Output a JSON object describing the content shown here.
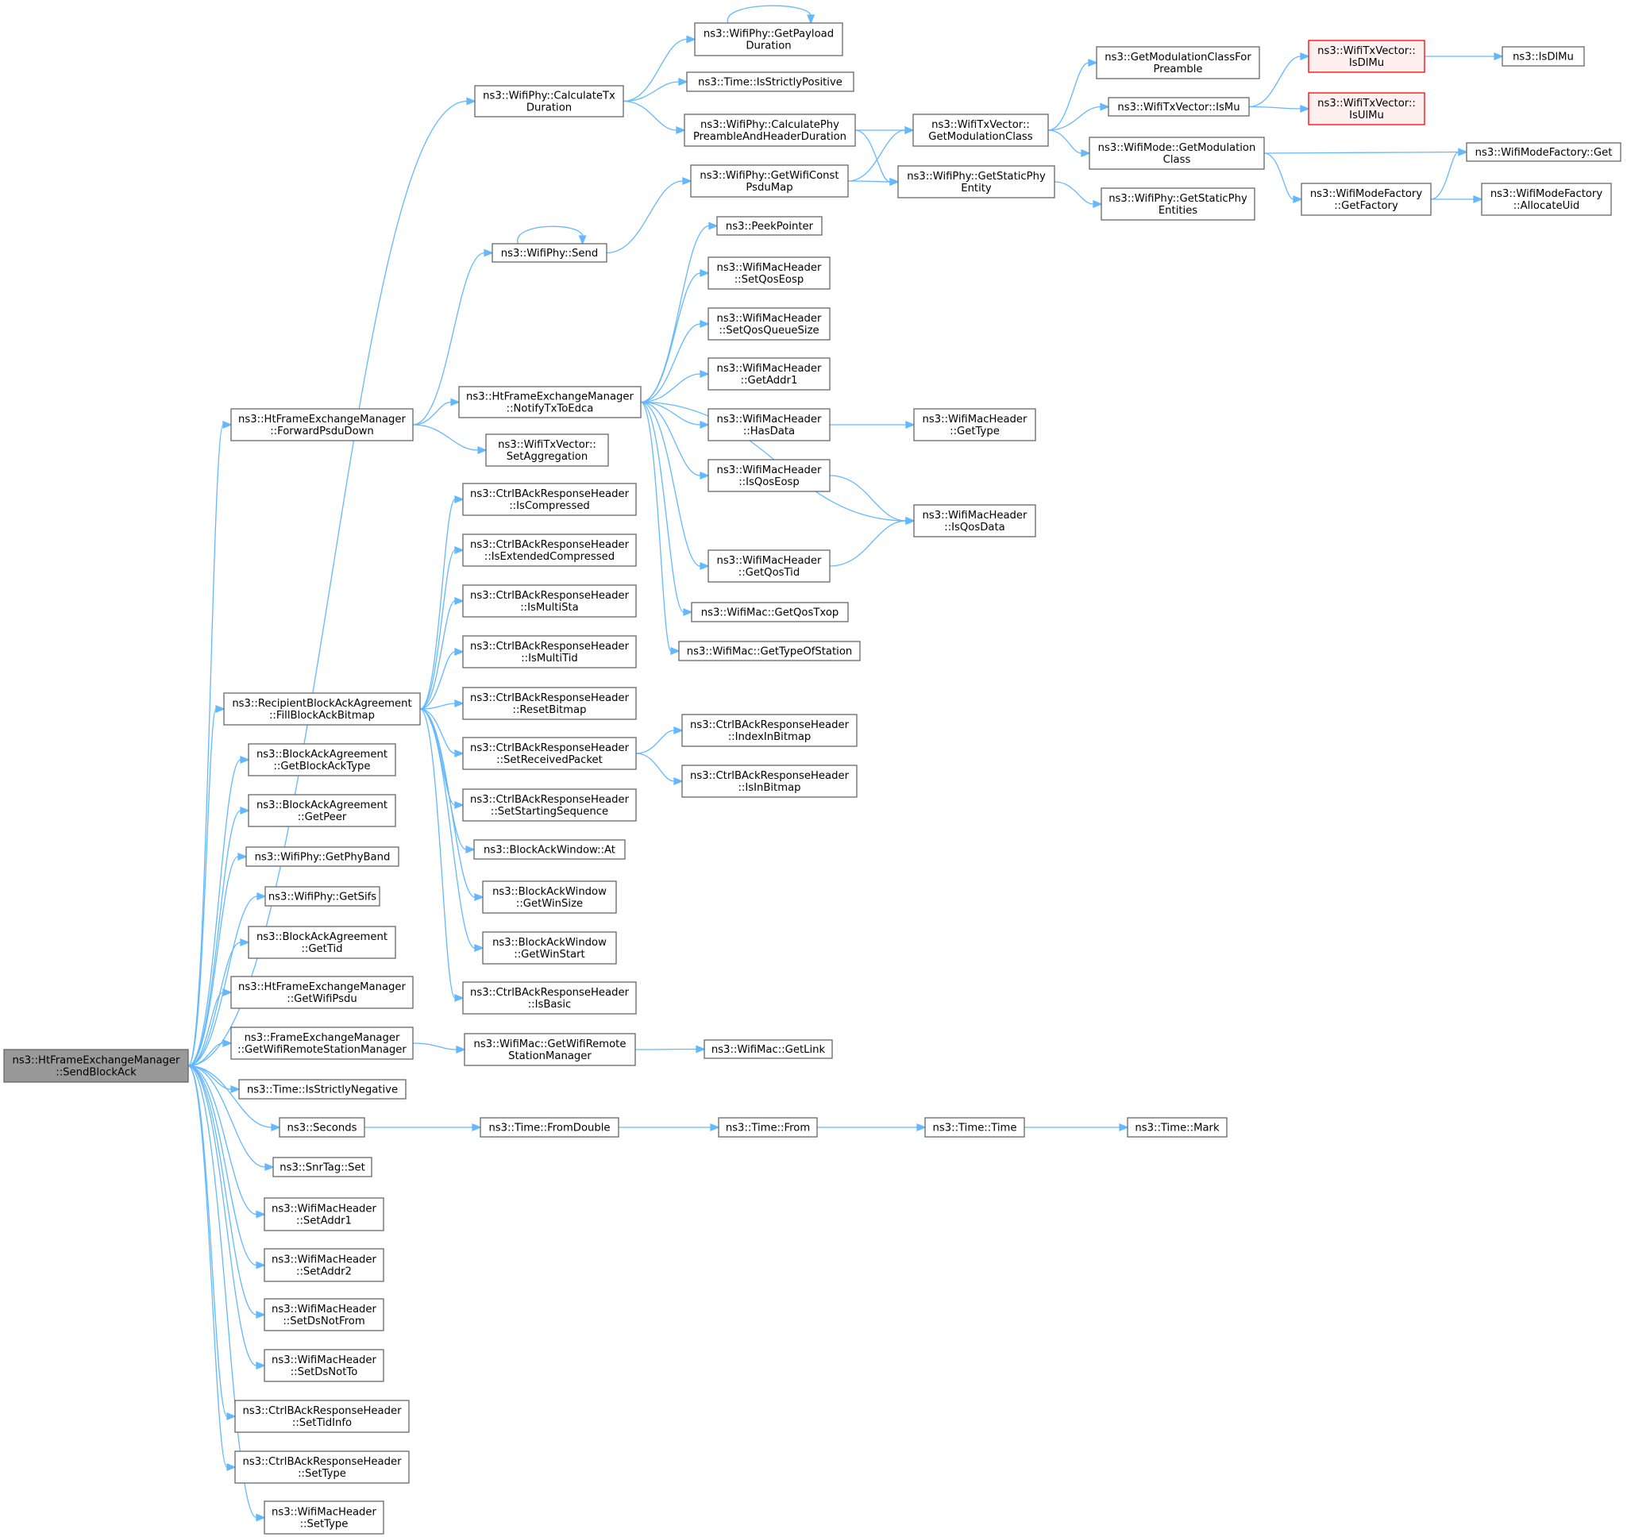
{
  "colors": {
    "edge": "#63b8ff",
    "node_border": "#666666",
    "root_fill": "#999999",
    "external_border": "#ff0000",
    "external_fill": "#fff0f0"
  },
  "nodes": [
    {
      "id": "root",
      "lines": [
        "ns3::HtFrameExchangeManager",
        "::SendBlockAck"
      ],
      "style": "root"
    },
    {
      "id": "calcTxDur",
      "lines": [
        "ns3::WifiPhy::CalculateTx",
        "Duration"
      ]
    },
    {
      "id": "payloadDur",
      "lines": [
        "ns3::WifiPhy::GetPayload",
        "Duration"
      ]
    },
    {
      "id": "strictPos",
      "lines": [
        "ns3::Time::IsStrictlyPositive"
      ]
    },
    {
      "id": "calcPhyPre",
      "lines": [
        "ns3::WifiPhy::CalculatePhy",
        "PreambleAndHeaderDuration"
      ]
    },
    {
      "id": "getWifiConstPsdu",
      "lines": [
        "ns3::WifiPhy::GetWifiConst",
        "PsduMap"
      ]
    },
    {
      "id": "txvGetModClass",
      "lines": [
        "ns3::WifiTxVector::",
        "GetModulationClass"
      ]
    },
    {
      "id": "getStaticPhyEntity",
      "lines": [
        "ns3::WifiPhy::GetStaticPhy",
        "Entity"
      ]
    },
    {
      "id": "getStaticPhyEntities",
      "lines": [
        "ns3::WifiPhy::GetStaticPhy",
        "Entities"
      ]
    },
    {
      "id": "getModClassForPre",
      "lines": [
        "ns3::GetModulationClassFor",
        "Preamble"
      ]
    },
    {
      "id": "txvIsMu",
      "lines": [
        "ns3::WifiTxVector::IsMu"
      ]
    },
    {
      "id": "wmGetModClass",
      "lines": [
        "ns3::WifiMode::GetModulation",
        "Class"
      ]
    },
    {
      "id": "txvIsDlMu",
      "lines": [
        "ns3::WifiTxVector::",
        "IsDlMu"
      ],
      "style": "red"
    },
    {
      "id": "txvIsUlMu",
      "lines": [
        "ns3::WifiTxVector::",
        "IsUlMu"
      ],
      "style": "red"
    },
    {
      "id": "isDlMu",
      "lines": [
        "ns3::IsDlMu"
      ]
    },
    {
      "id": "wmfGet",
      "lines": [
        "ns3::WifiModeFactory::Get"
      ]
    },
    {
      "id": "wmfGetFactory",
      "lines": [
        "ns3::WifiModeFactory",
        "::GetFactory"
      ]
    },
    {
      "id": "wmfAllocUid",
      "lines": [
        "ns3::WifiModeFactory",
        "::AllocateUid"
      ]
    },
    {
      "id": "send",
      "lines": [
        "ns3::WifiPhy::Send"
      ]
    },
    {
      "id": "peekPtr",
      "lines": [
        "ns3::PeekPointer"
      ]
    },
    {
      "id": "setQosEosp",
      "lines": [
        "ns3::WifiMacHeader",
        "::SetQosEosp"
      ]
    },
    {
      "id": "setQosQueueSize",
      "lines": [
        "ns3::WifiMacHeader",
        "::SetQosQueueSize"
      ]
    },
    {
      "id": "getAddr1",
      "lines": [
        "ns3::WifiMacHeader",
        "::GetAddr1"
      ]
    },
    {
      "id": "hasData",
      "lines": [
        "ns3::WifiMacHeader",
        "::HasData"
      ]
    },
    {
      "id": "getType",
      "lines": [
        "ns3::WifiMacHeader",
        "::GetType"
      ]
    },
    {
      "id": "isQosEosp",
      "lines": [
        "ns3::WifiMacHeader",
        "::IsQosEosp"
      ]
    },
    {
      "id": "isQosData",
      "lines": [
        "ns3::WifiMacHeader",
        "::IsQosData"
      ]
    },
    {
      "id": "getQosTid",
      "lines": [
        "ns3::WifiMacHeader",
        "::GetQosTid"
      ]
    },
    {
      "id": "getQosTxop",
      "lines": [
        "ns3::WifiMac::GetQosTxop"
      ]
    },
    {
      "id": "getTypeOfStation",
      "lines": [
        "ns3::WifiMac::GetTypeOfStation"
      ]
    },
    {
      "id": "forwardPsdu",
      "lines": [
        "ns3::HtFrameExchangeManager",
        "::ForwardPsduDown"
      ]
    },
    {
      "id": "notifyTx",
      "lines": [
        "ns3::HtFrameExchangeManager",
        "::NotifyTxToEdca"
      ]
    },
    {
      "id": "setAggregation",
      "lines": [
        "ns3::WifiTxVector::",
        "SetAggregation"
      ]
    },
    {
      "id": "isCompressed",
      "lines": [
        "ns3::CtrlBAckResponseHeader",
        "::IsCompressed"
      ]
    },
    {
      "id": "isExtCompressed",
      "lines": [
        "ns3::CtrlBAckResponseHeader",
        "::IsExtendedCompressed"
      ]
    },
    {
      "id": "isMultiSta",
      "lines": [
        "ns3::CtrlBAckResponseHeader",
        "::IsMultiSta"
      ]
    },
    {
      "id": "isMultiTid",
      "lines": [
        "ns3::CtrlBAckResponseHeader",
        "::IsMultiTid"
      ]
    },
    {
      "id": "resetBitmap",
      "lines": [
        "ns3::CtrlBAckResponseHeader",
        "::ResetBitmap"
      ]
    },
    {
      "id": "setReceivedPacket",
      "lines": [
        "ns3::CtrlBAckResponseHeader",
        "::SetReceivedPacket"
      ]
    },
    {
      "id": "indexInBitmap",
      "lines": [
        "ns3::CtrlBAckResponseHeader",
        "::IndexInBitmap"
      ]
    },
    {
      "id": "isInBitmap",
      "lines": [
        "ns3::CtrlBAckResponseHeader",
        "::IsInBitmap"
      ]
    },
    {
      "id": "setStartingSeq",
      "lines": [
        "ns3::CtrlBAckResponseHeader",
        "::SetStartingSequence"
      ]
    },
    {
      "id": "bawAt",
      "lines": [
        "ns3::BlockAckWindow::At"
      ]
    },
    {
      "id": "bawGetWinSize",
      "lines": [
        "ns3::BlockAckWindow",
        "::GetWinSize"
      ]
    },
    {
      "id": "bawGetWinStart",
      "lines": [
        "ns3::BlockAckWindow",
        "::GetWinStart"
      ]
    },
    {
      "id": "isBasic",
      "lines": [
        "ns3::CtrlBAckResponseHeader",
        "::IsBasic"
      ]
    },
    {
      "id": "fillBitmap",
      "lines": [
        "ns3::RecipientBlockAckAgreement",
        "::FillBlockAckBitmap"
      ]
    },
    {
      "id": "getBlockAckType",
      "lines": [
        "ns3::BlockAckAgreement",
        "::GetBlockAckType"
      ]
    },
    {
      "id": "getPeer",
      "lines": [
        "ns3::BlockAckAgreement",
        "::GetPeer"
      ]
    },
    {
      "id": "getPhyBand",
      "lines": [
        "ns3::WifiPhy::GetPhyBand"
      ]
    },
    {
      "id": "getSifs",
      "lines": [
        "ns3::WifiPhy::GetSifs"
      ]
    },
    {
      "id": "baGetTid",
      "lines": [
        "ns3::BlockAckAgreement",
        "::GetTid"
      ]
    },
    {
      "id": "getWifiPsdu",
      "lines": [
        "ns3::HtFrameExchangeManager",
        "::GetWifiPsdu"
      ]
    },
    {
      "id": "fxmGetRsm",
      "lines": [
        "ns3::FrameExchangeManager",
        "::GetWifiRemoteStationManager"
      ]
    },
    {
      "id": "macGetRsm",
      "lines": [
        "ns3::WifiMac::GetWifiRemote",
        "StationManager"
      ]
    },
    {
      "id": "getLink",
      "lines": [
        "ns3::WifiMac::GetLink"
      ]
    },
    {
      "id": "strictNeg",
      "lines": [
        "ns3::Time::IsStrictlyNegative"
      ]
    },
    {
      "id": "seconds",
      "lines": [
        "ns3::Seconds"
      ]
    },
    {
      "id": "fromDouble",
      "lines": [
        "ns3::Time::FromDouble"
      ]
    },
    {
      "id": "from",
      "lines": [
        "ns3::Time::From"
      ]
    },
    {
      "id": "timeCtor",
      "lines": [
        "ns3::Time::Time"
      ]
    },
    {
      "id": "mark",
      "lines": [
        "ns3::Time::Mark"
      ]
    },
    {
      "id": "snrSet",
      "lines": [
        "ns3::SnrTag::Set"
      ]
    },
    {
      "id": "setAddr1",
      "lines": [
        "ns3::WifiMacHeader",
        "::SetAddr1"
      ]
    },
    {
      "id": "setAddr2",
      "lines": [
        "ns3::WifiMacHeader",
        "::SetAddr2"
      ]
    },
    {
      "id": "setDsNotFrom",
      "lines": [
        "ns3::WifiMacHeader",
        "::SetDsNotFrom"
      ]
    },
    {
      "id": "setDsNotTo",
      "lines": [
        "ns3::WifiMacHeader",
        "::SetDsNotTo"
      ]
    },
    {
      "id": "setTidInfo",
      "lines": [
        "ns3::CtrlBAckResponseHeader",
        "::SetTidInfo"
      ]
    },
    {
      "id": "ctrlSetType",
      "lines": [
        "ns3::CtrlBAckResponseHeader",
        "::SetType"
      ]
    },
    {
      "id": "macSetType",
      "lines": [
        "ns3::WifiMacHeader",
        "::SetType"
      ]
    }
  ],
  "edges": [
    [
      "root",
      "calcTxDur"
    ],
    [
      "root",
      "forwardPsdu"
    ],
    [
      "root",
      "fillBitmap"
    ],
    [
      "root",
      "getBlockAckType"
    ],
    [
      "root",
      "getPeer"
    ],
    [
      "root",
      "getPhyBand"
    ],
    [
      "root",
      "getSifs"
    ],
    [
      "root",
      "baGetTid"
    ],
    [
      "root",
      "getWifiPsdu"
    ],
    [
      "root",
      "fxmGetRsm"
    ],
    [
      "root",
      "strictNeg"
    ],
    [
      "root",
      "seconds"
    ],
    [
      "root",
      "snrSet"
    ],
    [
      "root",
      "setAddr1"
    ],
    [
      "root",
      "setAddr2"
    ],
    [
      "root",
      "setDsNotFrom"
    ],
    [
      "root",
      "setDsNotTo"
    ],
    [
      "root",
      "setTidInfo"
    ],
    [
      "root",
      "ctrlSetType"
    ],
    [
      "root",
      "macSetType"
    ],
    [
      "calcTxDur",
      "payloadDur"
    ],
    [
      "calcTxDur",
      "strictPos"
    ],
    [
      "calcTxDur",
      "calcPhyPre"
    ],
    [
      "payloadDur",
      "payloadDur"
    ],
    [
      "calcPhyPre",
      "txvGetModClass"
    ],
    [
      "calcPhyPre",
      "getStaticPhyEntity"
    ],
    [
      "getWifiConstPsdu",
      "txvGetModClass"
    ],
    [
      "getWifiConstPsdu",
      "getStaticPhyEntity"
    ],
    [
      "txvGetModClass",
      "getModClassForPre"
    ],
    [
      "txvGetModClass",
      "txvIsMu"
    ],
    [
      "txvGetModClass",
      "wmGetModClass"
    ],
    [
      "getStaticPhyEntity",
      "getStaticPhyEntities"
    ],
    [
      "txvIsMu",
      "txvIsDlMu"
    ],
    [
      "txvIsMu",
      "txvIsUlMu"
    ],
    [
      "txvIsDlMu",
      "isDlMu"
    ],
    [
      "wmGetModClass",
      "wmfGet"
    ],
    [
      "wmGetModClass",
      "wmfGetFactory"
    ],
    [
      "wmfGetFactory",
      "wmfGet"
    ],
    [
      "wmfGetFactory",
      "wmfAllocUid"
    ],
    [
      "forwardPsdu",
      "send"
    ],
    [
      "forwardPsdu",
      "notifyTx"
    ],
    [
      "forwardPsdu",
      "setAggregation"
    ],
    [
      "send",
      "send"
    ],
    [
      "send",
      "getWifiConstPsdu"
    ],
    [
      "notifyTx",
      "peekPtr"
    ],
    [
      "notifyTx",
      "setQosEosp"
    ],
    [
      "notifyTx",
      "setQosQueueSize"
    ],
    [
      "notifyTx",
      "getAddr1"
    ],
    [
      "notifyTx",
      "hasData"
    ],
    [
      "notifyTx",
      "isQosEosp"
    ],
    [
      "notifyTx",
      "isQosData"
    ],
    [
      "notifyTx",
      "getQosTid"
    ],
    [
      "notifyTx",
      "getQosTxop"
    ],
    [
      "notifyTx",
      "getTypeOfStation"
    ],
    [
      "hasData",
      "getType"
    ],
    [
      "isQosEosp",
      "isQosData"
    ],
    [
      "getQosTid",
      "isQosData"
    ],
    [
      "fillBitmap",
      "isCompressed"
    ],
    [
      "fillBitmap",
      "isExtCompressed"
    ],
    [
      "fillBitmap",
      "isMultiSta"
    ],
    [
      "fillBitmap",
      "isMultiTid"
    ],
    [
      "fillBitmap",
      "resetBitmap"
    ],
    [
      "fillBitmap",
      "setReceivedPacket"
    ],
    [
      "fillBitmap",
      "setStartingSeq"
    ],
    [
      "fillBitmap",
      "bawAt"
    ],
    [
      "fillBitmap",
      "bawGetWinSize"
    ],
    [
      "fillBitmap",
      "bawGetWinStart"
    ],
    [
      "fillBitmap",
      "isBasic"
    ],
    [
      "setReceivedPacket",
      "indexInBitmap"
    ],
    [
      "setReceivedPacket",
      "isInBitmap"
    ],
    [
      "fxmGetRsm",
      "macGetRsm"
    ],
    [
      "macGetRsm",
      "getLink"
    ],
    [
      "seconds",
      "fromDouble"
    ],
    [
      "fromDouble",
      "from"
    ],
    [
      "from",
      "timeCtor"
    ],
    [
      "timeCtor",
      "mark"
    ]
  ]
}
